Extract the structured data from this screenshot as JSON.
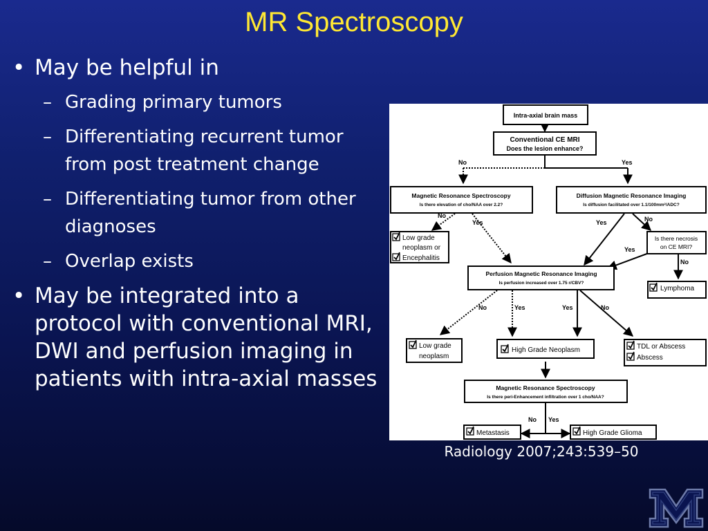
{
  "slide": {
    "title": "MR Spectroscopy",
    "bullet1": {
      "text": "May be helpful in",
      "subs": [
        "Grading primary tumors",
        "Differentiating recurrent tumor from post treatment change",
        "Differentiating tumor from other diagnoses",
        "Overlap exists"
      ]
    },
    "bullet2": {
      "text": "May be integrated into a protocol with conventional MRI, DWI and perfusion imaging in patients with intra-axial masses"
    },
    "citation": "Radiology 2007;243:539–50"
  },
  "flowchart": {
    "intra_axial": "Intra-axial brain mass",
    "ce_title": "Conventional CE MRI",
    "ce_q": "Does the lesion enhance?",
    "mrs1_title": "Magnetic Resonance Spectroscopy",
    "mrs1_q": "Is there elevation of cho/NAA over 2.2?",
    "dwi_title": "Diffusion  Magnetic Resonance Imaging",
    "dwi_q": "Is diffusion facilitated over 1.1/100mm²/ADC?",
    "necrosis_l1": "Is there necrosis",
    "necrosis_l2": "on CE MRI?",
    "lowgrade_enc_l1": "Low grade",
    "lowgrade_enc_l2": "neoplasm or",
    "lowgrade_enc_l3": "Encephalitis",
    "lymphoma": "Lymphoma",
    "perf_title": "Perfusion Magnetic Resonance Imaging",
    "perf_q": "Is perfusion increased over 1.75 r/CBV?",
    "lowgrade_l1": "Low grade",
    "lowgrade_l2": "neoplasm",
    "high_grade_neoplasm": "High Grade Neoplasm",
    "tdl": "TDL or Abscess",
    "abscess": "Abscess",
    "mrs2_title": "Magnetic Resonance Spectroscopy",
    "mrs2_q": "Is there peri-Enhancement  infiltration over 1 cho/NAA?",
    "metastasis": "Metastasis",
    "hgg": "High Grade Glioma",
    "labels": {
      "no": "No",
      "yes": "Yes"
    }
  },
  "logo": {
    "name": "university-m-logo",
    "letter": "M"
  }
}
